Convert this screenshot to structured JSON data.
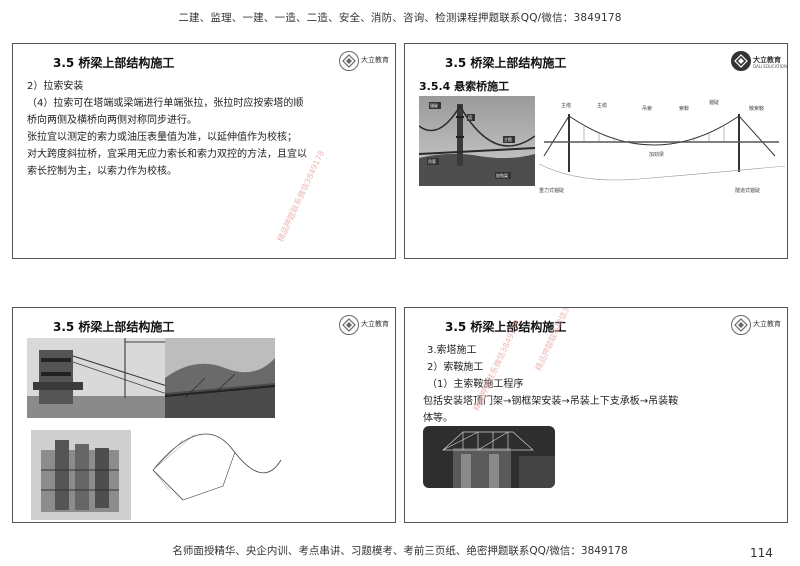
{
  "header": {
    "text": "二建、监理、一建、一造、二造、安全、消防、咨询、检测课程押题联系QQ/微信：3849178"
  },
  "footer": {
    "text": "名师面授精华、央企内训、考点串讲、习题模考、考前三页纸、绝密押题联系QQ/微信：3849178"
  },
  "page_number": "114",
  "logo": {
    "name_cn": "大立教育",
    "name_en": "DALI EDUCATION"
  },
  "watermark": "精品押题联系微信3849178",
  "slide1": {
    "title": "3.5 桥梁上部结构施工",
    "lines": [
      "2）拉索安装",
      "（4）拉索可在塔端或梁端进行单端张拉，张拉时应按索塔的顺",
      "桥向两侧及横桥向两侧对称同步进行。",
      "张拉宜以测定的索力或油压表量值为准，以延伸值作为校核；",
      "对大跨度斜拉桥，宜采用无应力索长和索力双控的方法，且宜以",
      "索长控制为主，以索力作为校核。"
    ]
  },
  "slide2": {
    "title": "3.5 桥梁上部结构施工",
    "subtitle": "3.5.4 悬索桥施工",
    "photo_labels": [
      "锚碇",
      "塔",
      "主缆",
      "吊索",
      "加劲梁"
    ],
    "diagram_labels": [
      "主塔",
      "主缆",
      "吊索",
      "加劲梁",
      "索鞍",
      "锚碇",
      "散索鞍",
      "重力式锚碇",
      "隧道式锚碇"
    ]
  },
  "slide3": {
    "title": "3.5 桥梁上部结构施工"
  },
  "slide4": {
    "title": "3.5 桥梁上部结构施工",
    "lines": [
      "3.索塔施工",
      "2）索鞍施工",
      "（1）主索鞍施工程序",
      "包括安装塔顶门架→钢框架安装→吊装上下支承板→吊装鞍",
      "体等。"
    ]
  },
  "colors": {
    "border": "#555555",
    "watermark": "#e8a7a7"
  }
}
